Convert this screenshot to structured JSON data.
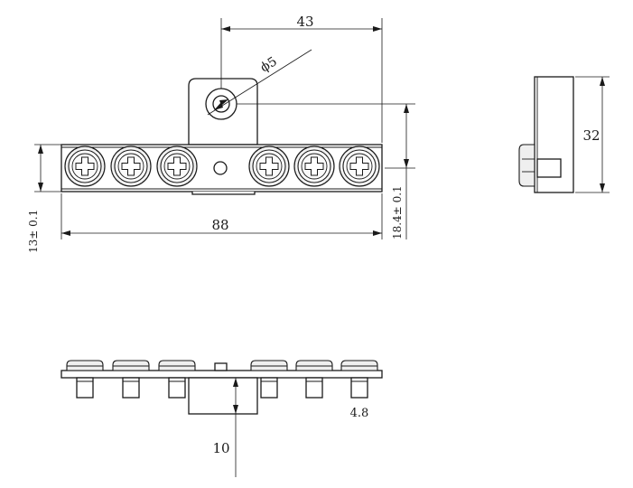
{
  "dimensions": {
    "width_top": "43",
    "hole_diameter": "ϕ5",
    "total_length": "88",
    "bar_height": "13± 0.1",
    "hole_offset": "18.4± 0.1",
    "side_height": "32",
    "screw_gap": "4.8",
    "bottom_depth": "10"
  },
  "front_view": {
    "screws_left": [
      "screw-1",
      "screw-2",
      "screw-3"
    ],
    "screws_right": [
      "screw-4",
      "screw-5",
      "screw-6"
    ]
  },
  "colors": {
    "line": "#1a1a1a",
    "background": "#ffffff"
  }
}
